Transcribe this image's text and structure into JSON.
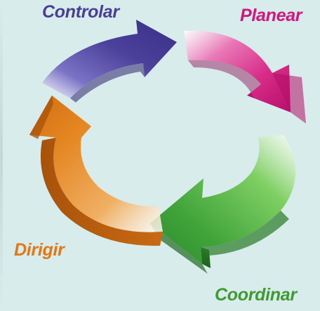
{
  "cycle": {
    "stages": [
      {
        "label": "Controlar",
        "color": "#4a3f94"
      },
      {
        "label": "Planear",
        "color": "#d3177d"
      },
      {
        "label": "Coordinar",
        "color": "#3f9a32"
      },
      {
        "label": "Dirigir",
        "color": "#e07818"
      }
    ]
  },
  "colors": {
    "background": "#d8ecec"
  }
}
